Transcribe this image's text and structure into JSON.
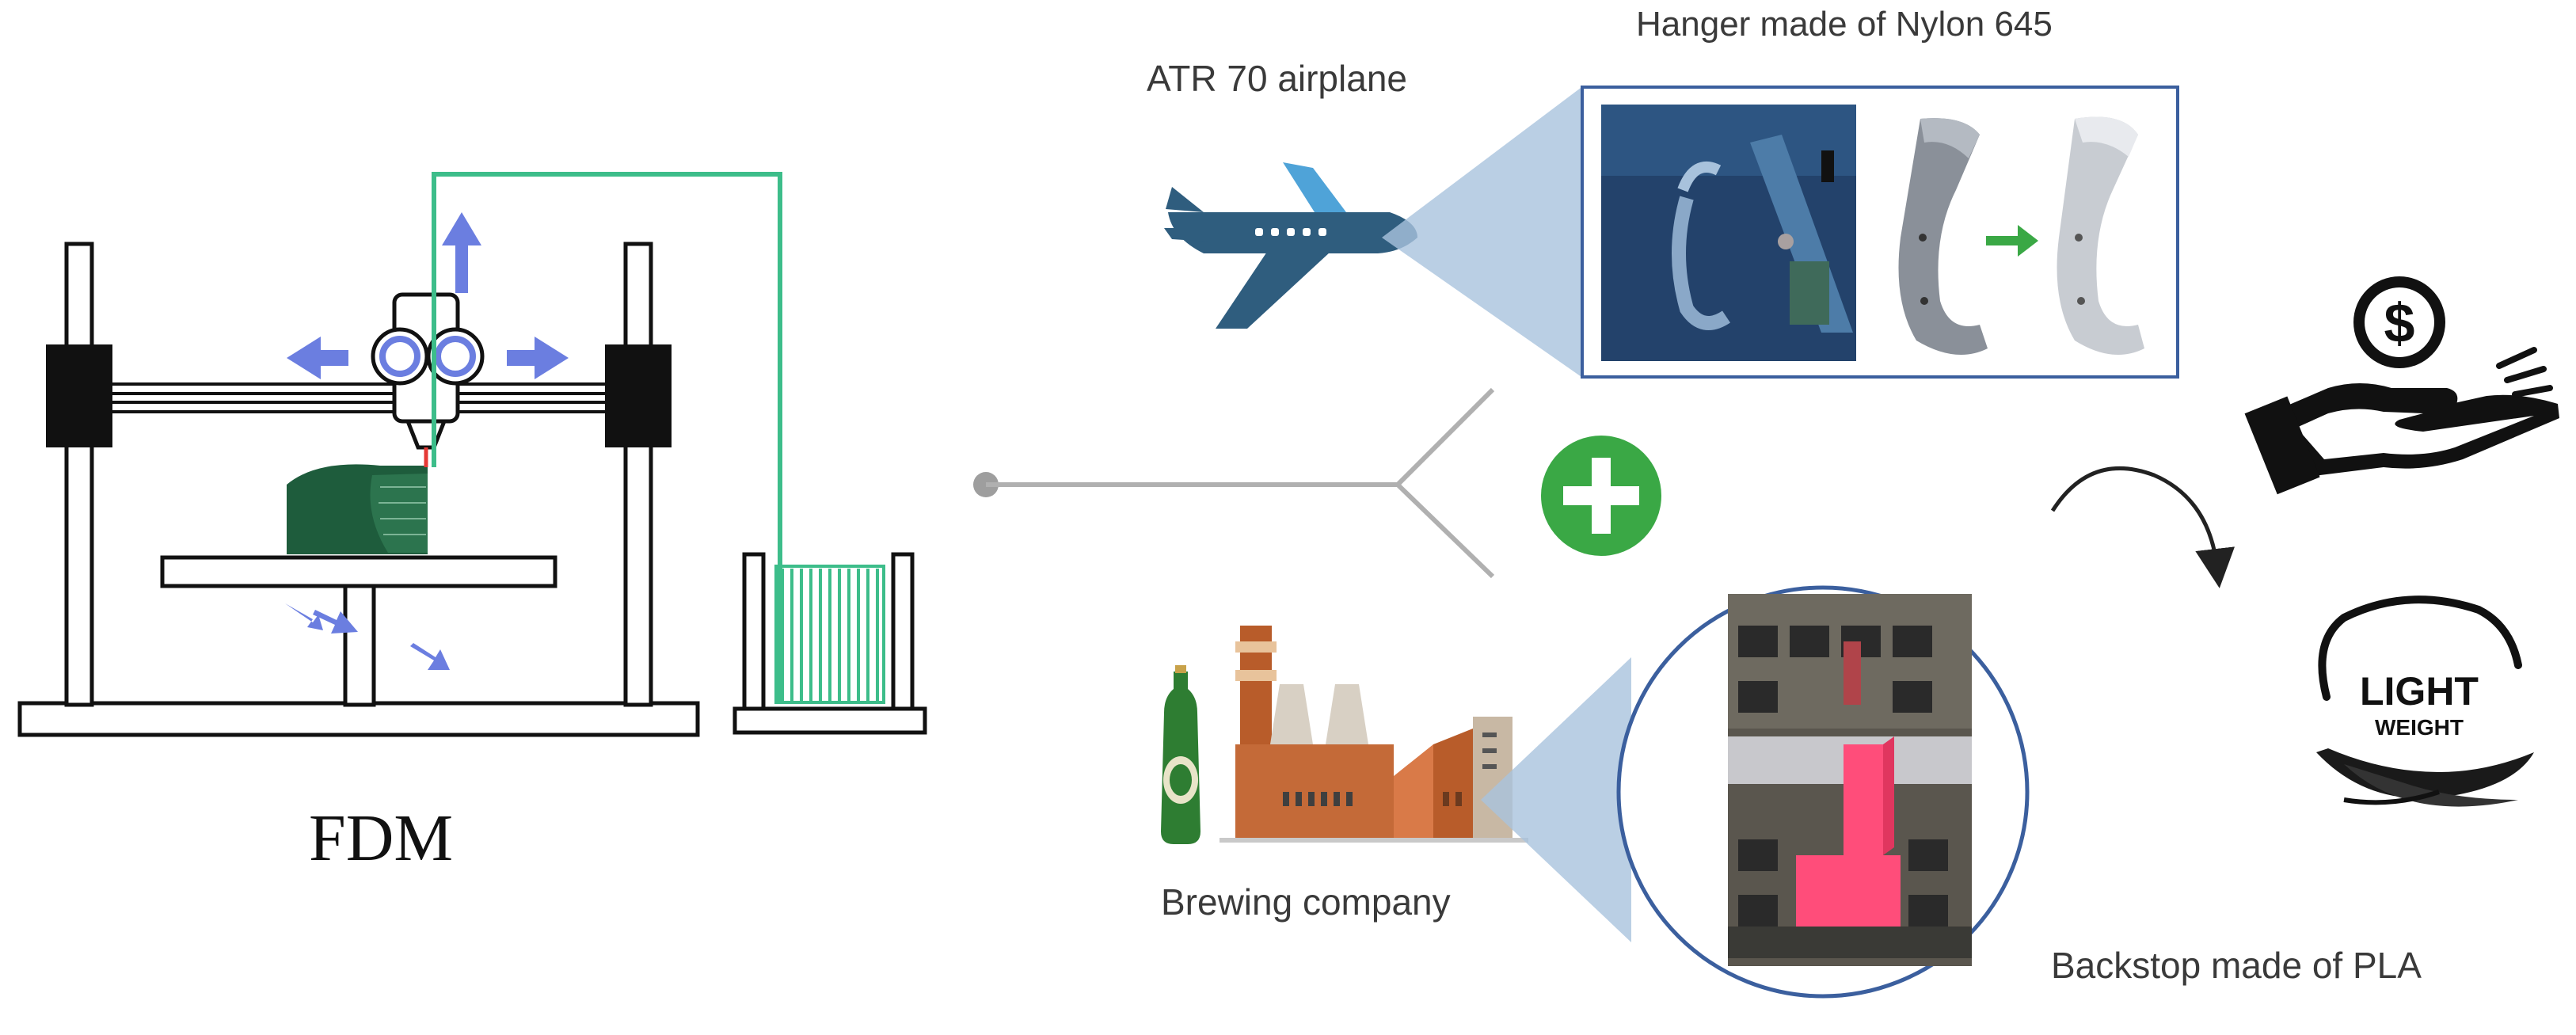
{
  "fdm": {
    "label": "FDM"
  },
  "airplane": {
    "label": "ATR 70 airplane"
  },
  "hanger": {
    "label": "Hanger made of Nylon 645"
  },
  "brewing": {
    "label": "Brewing company"
  },
  "backstop": {
    "label": "Backstop made of PLA"
  },
  "lightweight": {
    "line1": "LIGHT",
    "line2": "WEIGHT"
  },
  "icons": [
    "fdm-printer-icon",
    "airplane-icon",
    "factory-icon",
    "beer-bottle-icon",
    "plus-icon",
    "dollar-hand-icon",
    "lightweight-feather-icon"
  ],
  "colors": {
    "filament": "#3dbd8a",
    "printed_part": "#1e5c3c",
    "motion_arrows": "#6b7ee0",
    "plus": "#3aa845",
    "airplane": "#2f5d7e",
    "callout": "#a9c3dd",
    "circle_border": "#3b5f9e",
    "backstop": "#ff4d7a"
  }
}
